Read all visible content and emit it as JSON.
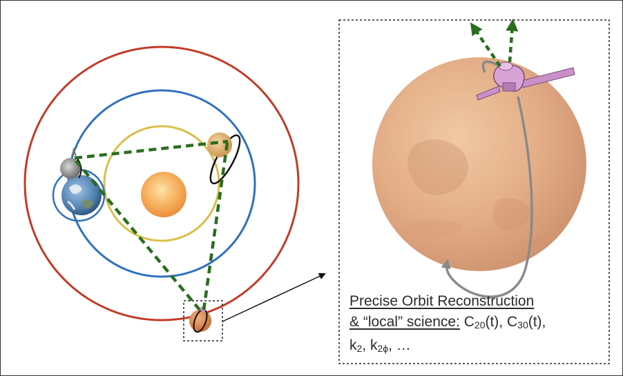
{
  "caption": {
    "line1": "Precise Orbit Reconstruction",
    "line2_underlined": "& “local” science:",
    "c20_base": "C",
    "c20_sub": "20",
    "c20_arg": "(t),",
    "c30_base": "C",
    "c30_sub": "30",
    "c30_arg": "(t),",
    "k2_base": "k",
    "k2_sub": "2",
    "k2phi_base": "k",
    "k2phi_sub": "2ϕ",
    "ellipsis": ", …"
  },
  "colors": {
    "sun_orbit_yellow": "#d9bf4a",
    "earth_orbit_blue": "#2f6fc0",
    "mars_orbit_red": "#c23a25",
    "link_dashed_green": "#2a6e1f",
    "sun": "#f6a54a",
    "mars": "#e0a779",
    "satellite": "#c990c8",
    "orbit_gray": "#8a8a8a"
  },
  "icons": [
    "sun-icon",
    "earth-icon",
    "moon-icon",
    "venus-icon",
    "mars-icon",
    "spacecraft-icon"
  ]
}
